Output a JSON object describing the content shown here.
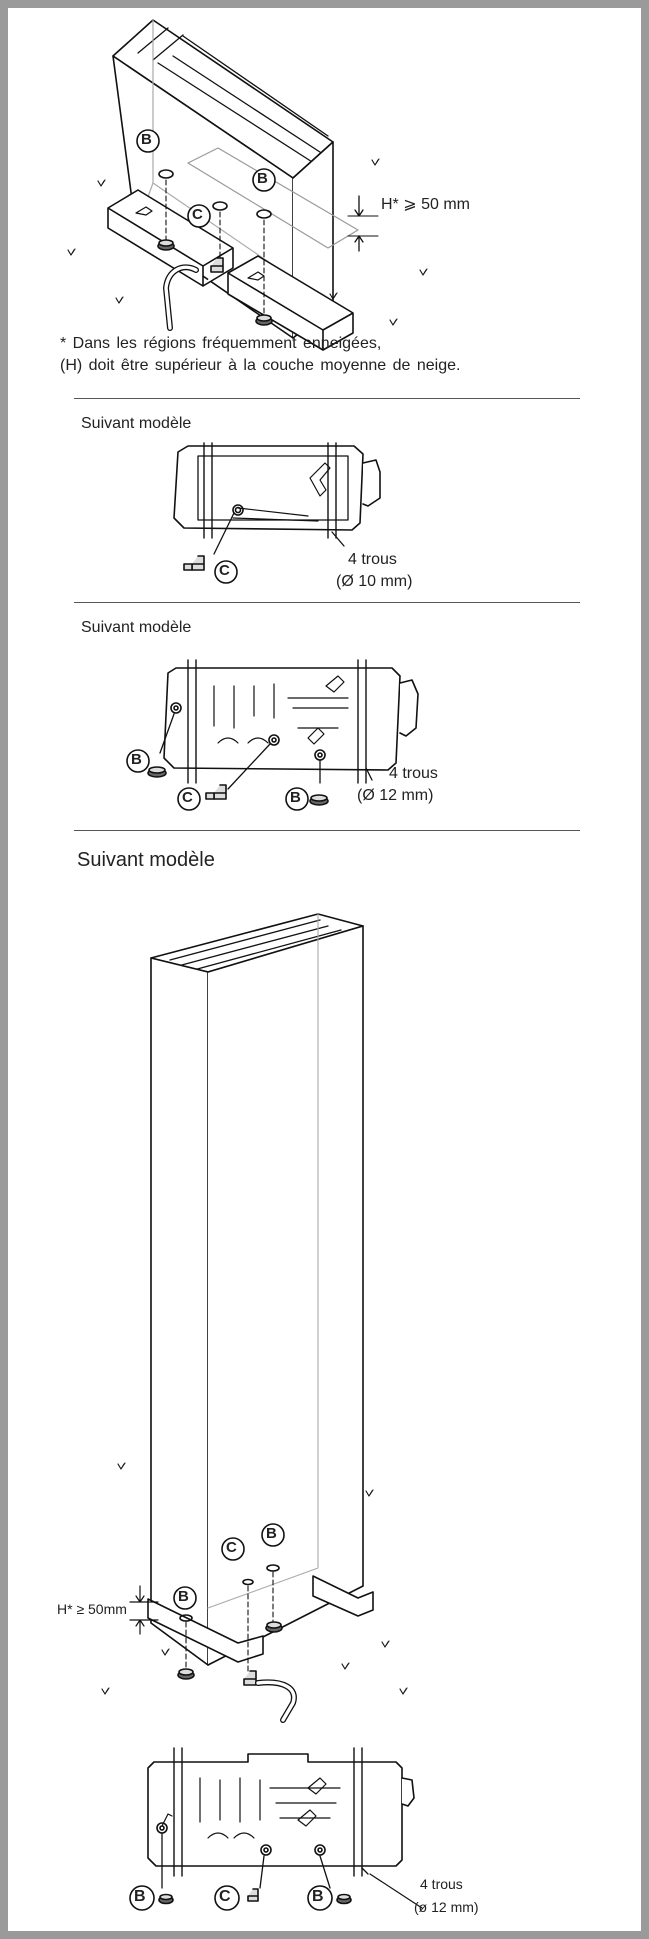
{
  "colors": {
    "frame": "#9a9a9a",
    "ink": "#111111",
    "light": "#9a9a9a"
  },
  "section1": {
    "height_label": "H* ⩾ 50 mm",
    "note_line1": "* Dans les régions fréquemment enneigées,",
    "note_line2": "(H) doit être supérieur à la couche moyenne de neige."
  },
  "section2": {
    "title": "Suivant modèle",
    "holes_count": "4 trous",
    "holes_dia": "(Ø 10 mm)"
  },
  "section3": {
    "title": "Suivant modèle",
    "holes_count": "4 trous",
    "holes_dia": "(Ø 12 mm)"
  },
  "section4": {
    "title": "Suivant modèle",
    "height_label": "H* ≥ 50mm"
  },
  "section5": {
    "holes_count": "4 trous",
    "holes_dia": "(ø 12 mm)"
  },
  "markers": {
    "B": "B",
    "C": "C"
  }
}
